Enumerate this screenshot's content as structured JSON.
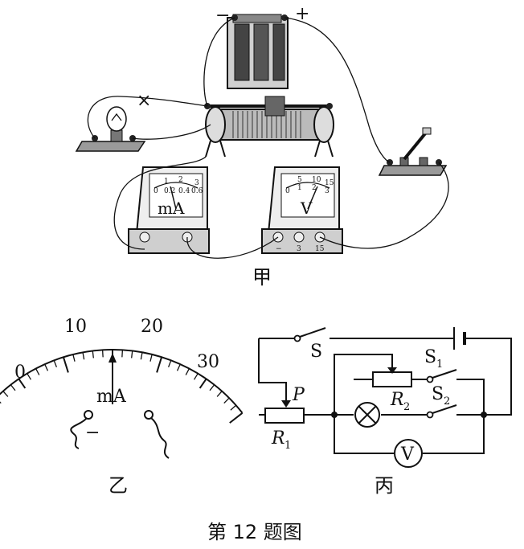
{
  "figure_caption": "第 12 题图",
  "panel_labels": {
    "jia": "甲",
    "yi": "乙",
    "bing": "丙"
  },
  "jia": {
    "battery_minus": "−",
    "battery_plus": "+",
    "wire_mark": "×",
    "milliammeter_label": "mA",
    "milliammeter_ticks": [
      "0",
      "0.2",
      "0.4",
      "0.6"
    ],
    "milliammeter_upper_ticks": [
      "1",
      "2",
      "3"
    ],
    "voltmeter_label": "V",
    "voltmeter_ticks": [
      "0",
      "1",
      "2",
      "3"
    ],
    "voltmeter_upper_ticks": [
      "5",
      "10",
      "15"
    ],
    "voltmeter_terminals": [
      "−",
      "3",
      "15"
    ]
  },
  "yi": {
    "scale_ticks": [
      "0",
      "10",
      "20",
      "30"
    ],
    "unit": "mA",
    "terminal_minus": "−",
    "pointer_value_mA": 15
  },
  "bing": {
    "switch_S": "S",
    "switch_S1": "S",
    "switch_S1_sub": "1",
    "switch_S2": "S",
    "switch_S2_sub": "2",
    "resistor_R1": "R",
    "resistor_R1_sub": "1",
    "resistor_R2": "R",
    "resistor_R2_sub": "2",
    "slider_P": "P",
    "voltmeter_symbol": "V"
  }
}
